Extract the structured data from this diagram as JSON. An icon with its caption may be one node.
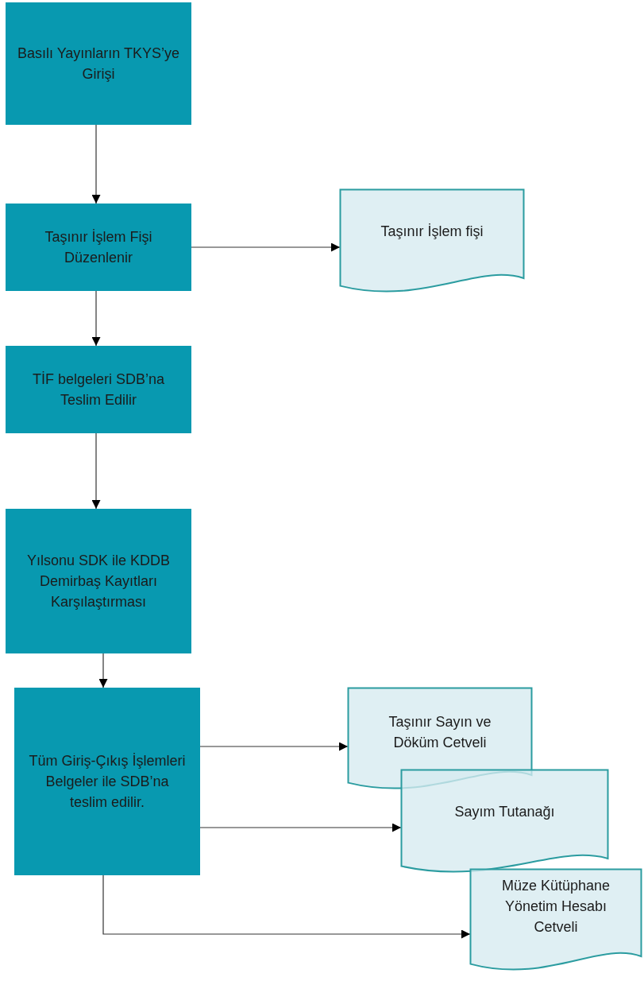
{
  "diagram": {
    "nodes": [
      {
        "text": [
          "Basılı Yayınların TKYS’ye Girişi"
        ]
      },
      {
        "text": [
          "Taşınır İşlem Fişi Düzenlenir"
        ]
      },
      {
        "text": [
          "Taşınır İşlem fişi"
        ]
      },
      {
        "text": [
          "TİF belgeleri SDB’na Teslim Edilir"
        ]
      },
      {
        "text": [
          "Yılsonu SDK ile KDDB Demirbaş Kayıtları Karşılaştırması"
        ]
      },
      {
        "text": [
          "Tüm Giriş-Çıkış İşlemleri Belgeler ile SDB’na teslim edilir."
        ]
      },
      {
        "text": [
          "Taşınır Sayın ve Döküm Cetveli"
        ]
      },
      {
        "text": [
          "Sayım Tutanağı"
        ]
      },
      {
        "text": [
          "Müze Kütüphane Yönetim Hesabı Cetveli"
        ]
      }
    ],
    "edges": [
      {
        "from": 0,
        "to": 1,
        "arrow": "to"
      },
      {
        "from": 1,
        "to": 2,
        "arrow": "to"
      },
      {
        "from": 1,
        "to": 3,
        "arrow": "to"
      },
      {
        "from": 3,
        "to": 4,
        "arrow": "to"
      },
      {
        "from": 4,
        "to": 5,
        "arrow": "to"
      },
      {
        "from": 5,
        "to": 6,
        "arrow": "to"
      },
      {
        "from": 5,
        "to": 7,
        "arrow": "to"
      },
      {
        "from": 5,
        "to": 8,
        "arrow": "to"
      }
    ]
  }
}
